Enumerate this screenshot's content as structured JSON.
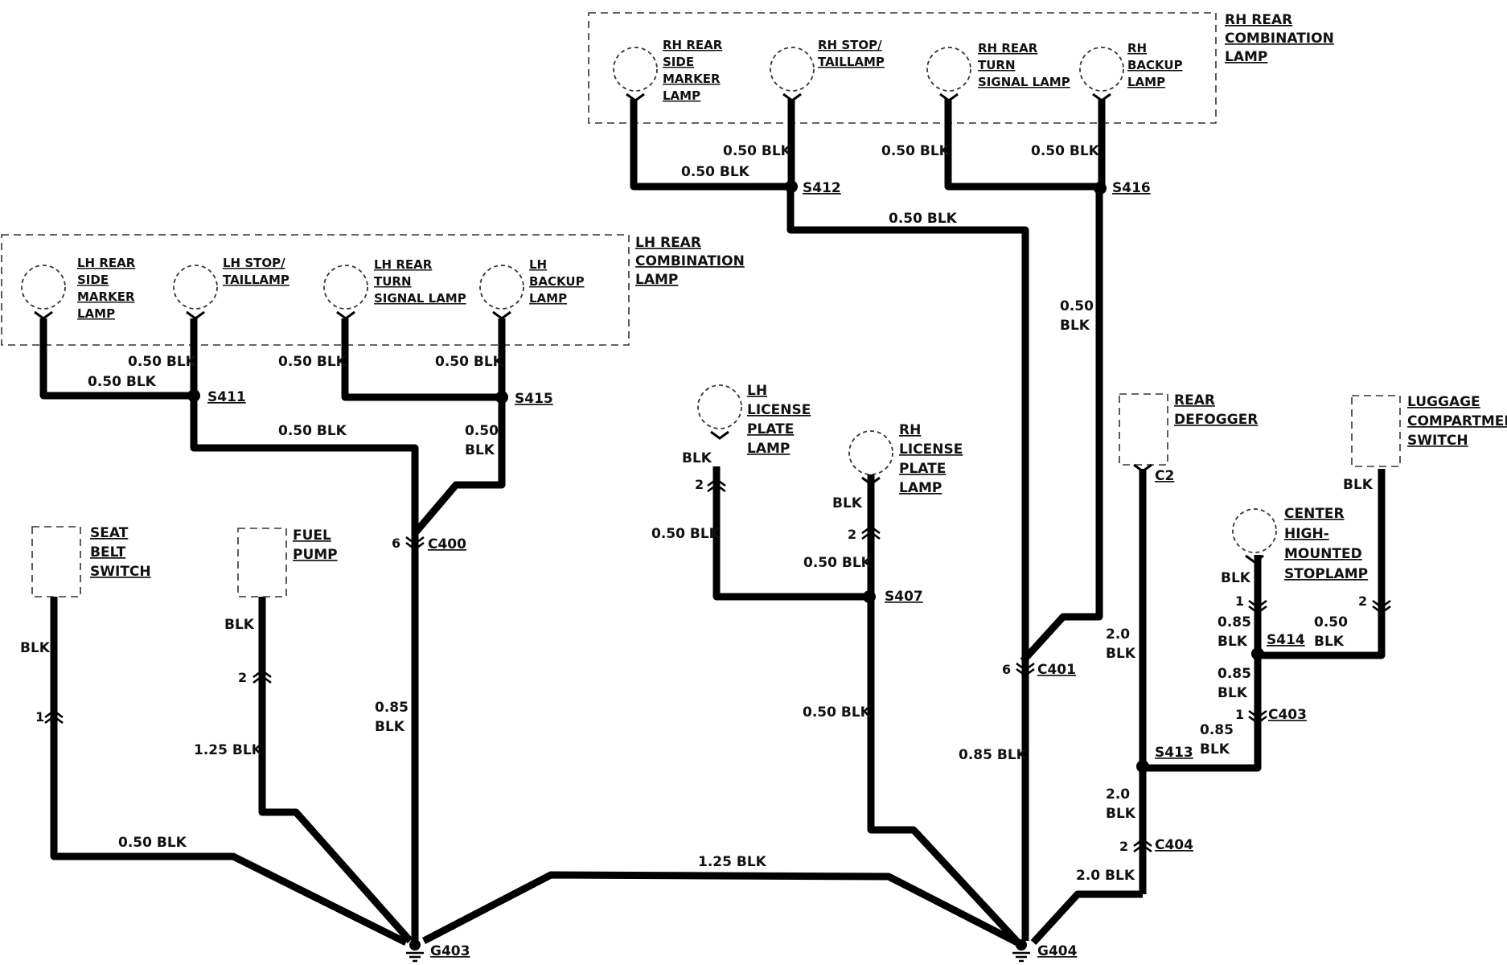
{
  "groups": {
    "rh_rear": "RH REAR\nCOMBINATION\nLAMP",
    "lh_rear": "LH REAR\nCOMBINATION\nLAMP"
  },
  "components": {
    "rh_side_marker": "RH REAR\nSIDE\nMARKER\nLAMP",
    "rh_stop_tail": "RH STOP/\nTAILLAMP",
    "rh_turn": "RH REAR\nTURN\nSIGNAL LAMP",
    "rh_backup": "RH\nBACKUP\nLAMP",
    "lh_side_marker": "LH REAR\nSIDE\nMARKER\nLAMP",
    "lh_stop_tail": "LH STOP/\nTAILLAMP",
    "lh_turn": "LH REAR\nTURN\nSIGNAL LAMP",
    "lh_backup": "LH\nBACKUP\nLAMP",
    "lh_license": "LH\nLICENSE\nPLATE\nLAMP",
    "rh_license": "RH\nLICENSE\nPLATE\nLAMP",
    "rear_defogger": "REAR\nDEFOGGER",
    "luggage_switch": "LUGGAGE\nCOMPARTMENT\nSWITCH",
    "chmsl": "CENTER\nHIGH-\nMOUNTED\nSTOPLAMP",
    "seat_belt": "SEAT\nBELT\nSWITCH",
    "fuel_pump": "FUEL\nPUMP"
  },
  "nodes": {
    "S411": "S411",
    "S412": "S412",
    "S415": "S415",
    "S416": "S416",
    "S407": "S407",
    "S413": "S413",
    "S414": "S414",
    "C400": "C400",
    "C401": "C401",
    "C403_a": "C403",
    "C404": "C404",
    "C2": "C2",
    "G403": "G403",
    "G404": "G404"
  },
  "pins": {
    "c400": "6",
    "c401": "6",
    "c404": "2",
    "c403": "1",
    "chmsl": "1",
    "luggage": "2",
    "lh_license": "2",
    "rh_license": "2",
    "fuel": "2",
    "seat": "1"
  },
  "wires": {
    "w_rhsm": "0.50 BLK",
    "w_rhst": "0.50 BLK",
    "w_rhturn": "0.50 BLK",
    "w_rhbk": "0.50 BLK",
    "w_s412_down": "0.50 BLK",
    "w_s416_down": "0.50\nBLK",
    "w_lhsm": "0.50 BLK",
    "w_lhst": "0.50 BLK",
    "w_lhturn": "0.50 BLK",
    "w_lhbk": "0.50 BLK",
    "w_s411_down": "0.50 BLK",
    "w_s415_down": "0.50\nBLK",
    "w_c400_g403": "0.85\nBLK",
    "w_seat": "BLK",
    "w_seat_low": "0.50 BLK",
    "w_fuel": "BLK",
    "w_fuel_low": "1.25 BLK",
    "w_g403_g404": "1.25 BLK",
    "w_lhlic_top": "BLK",
    "w_lhlic": "0.50 BLK",
    "w_rhlic_top": "BLK",
    "w_rhlic": "0.50 BLK",
    "w_s407_g404": "0.50 BLK",
    "w_c401_g404": "0.85 BLK",
    "w_defog": "2.0\nBLK",
    "w_s413_c404": "2.0\nBLK",
    "w_c404_g404": "2.0 BLK",
    "w_chmsl": "BLK",
    "w_s414_up": "0.85\nBLK",
    "w_s414_down": "0.85\nBLK",
    "w_c403_s413": "0.85\nBLK",
    "w_lug_top": "BLK",
    "w_lug": "0.50\nBLK"
  }
}
